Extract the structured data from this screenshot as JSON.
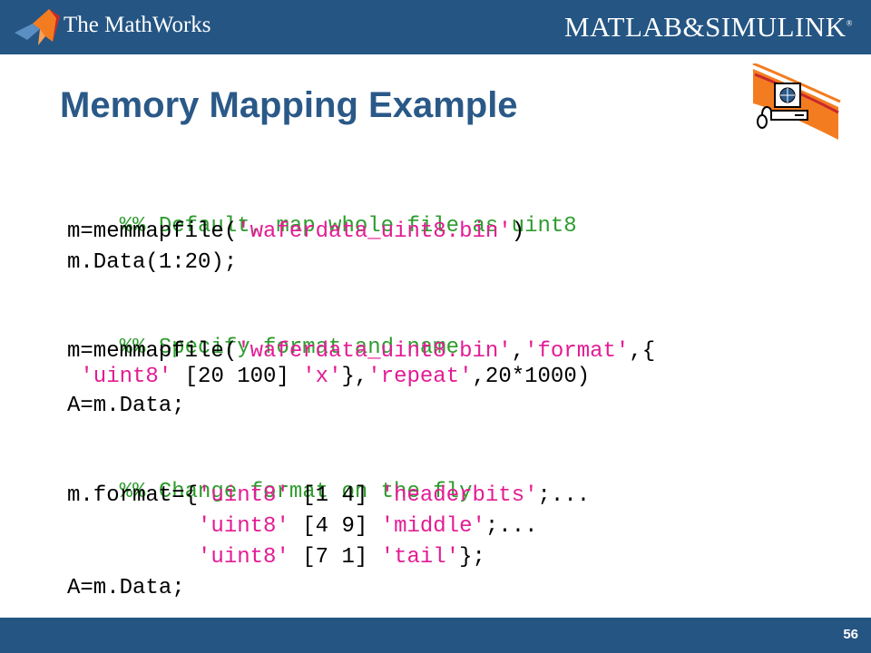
{
  "header": {
    "company_name": "The MathWorks",
    "product_name": "MATLAB&SIMULINK",
    "colors": {
      "bar": "#245583",
      "logo_orange": "#f47c20",
      "logo_red": "#c8282c"
    }
  },
  "slide": {
    "title": "Memory Mapping Example",
    "icon": "computer-icon",
    "colors": {
      "title": "#2a5988",
      "string": "#e31c94",
      "comment": "#2f9c2f"
    }
  },
  "code": {
    "l1": "%% Default, map whole file as uint8",
    "l2_a": "m=memmapfile(",
    "l2_s1": "'waferdata_uint8.bin'",
    "l2_b": ")",
    "l3": "m.Data(1:20);",
    "l4": "%% Specify format and name",
    "l5_a": "m=memmapfile(",
    "l5_s1": "'waferdata_uint8.bin'",
    "l5_b": ",",
    "l5_s2": "'format'",
    "l5_c": ",{",
    "l6_pad": " ",
    "l6_s1": "'uint8'",
    "l6_a": " [20 100] ",
    "l6_s2": "'x'",
    "l6_b": "},",
    "l6_s3": "'repeat'",
    "l6_c": ",20*1000)",
    "l7": "A=m.Data;",
    "l8": "%% Change format on the fly",
    "l9_a": "m.format={",
    "l9_s1": "'uint8'",
    "l9_b": " [1 4] ",
    "l9_s2": "'headerbits'",
    "l9_c": ";...",
    "l10_pad": "          ",
    "l10_s1": "'uint8'",
    "l10_b": " [4 9] ",
    "l10_s2": "'middle'",
    "l10_c": ";...",
    "l11_pad": "          ",
    "l11_s1": "'uint8'",
    "l11_b": " [7 1] ",
    "l11_s2": "'tail'",
    "l11_c": "};",
    "l12": "A=m.Data;"
  },
  "footer": {
    "page_number": "56"
  }
}
